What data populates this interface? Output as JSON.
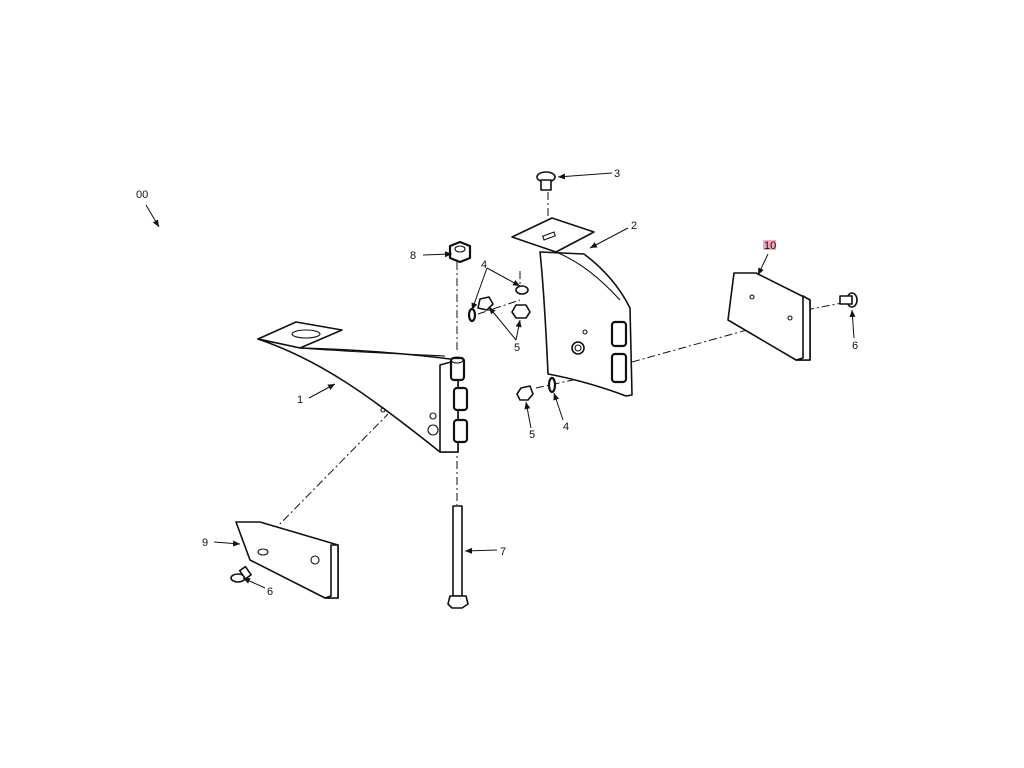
{
  "labels": {
    "ref": "00",
    "l1": "1",
    "l2": "2",
    "l3": "3",
    "l4a": "4",
    "l4b": "4",
    "l5a": "5",
    "l5b": "5",
    "l6a": "6",
    "l6b": "6",
    "l7": "7",
    "l8": "8",
    "l9": "9",
    "l10": "10"
  },
  "highlight_color": "#f4a6b5"
}
